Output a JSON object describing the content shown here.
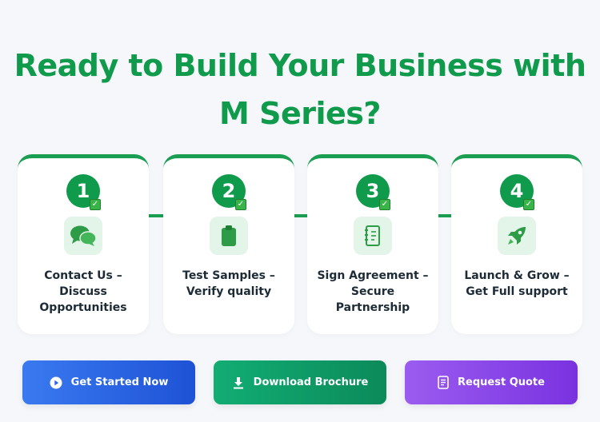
{
  "headline": {
    "line1": "Ready to Build Your Business with",
    "line2": "M Series?"
  },
  "colors": {
    "primary_green": "#109a4b",
    "icon_bg": "#e3f4e8",
    "button_blue": "#2f6ae8",
    "button_green": "#0f9c66",
    "button_purple": "#8a45e8"
  },
  "steps": [
    {
      "number": "1",
      "check": "✓",
      "icon": "chat-bubbles-icon",
      "line1": "Contact Us –",
      "line2": "Discuss",
      "line3": "Opportunities"
    },
    {
      "number": "2",
      "check": "✓",
      "icon": "clipboard-icon",
      "line1": "Test Samples –",
      "line2": "Verify quality",
      "line3": ""
    },
    {
      "number": "3",
      "check": "✓",
      "icon": "notebook-icon",
      "line1": "Sign Agreement –",
      "line2": "Secure",
      "line3": "Partnership"
    },
    {
      "number": "4",
      "check": "✓",
      "icon": "rocket-icon",
      "line1": "Launch & Grow –",
      "line2": "Get Full support",
      "line3": ""
    }
  ],
  "buttons": {
    "get_started": {
      "label": "Get Started Now",
      "icon": "play-icon"
    },
    "download": {
      "label": "Download Brochure",
      "icon": "download-icon"
    },
    "quote": {
      "label": "Request Quote",
      "icon": "document-icon"
    }
  }
}
